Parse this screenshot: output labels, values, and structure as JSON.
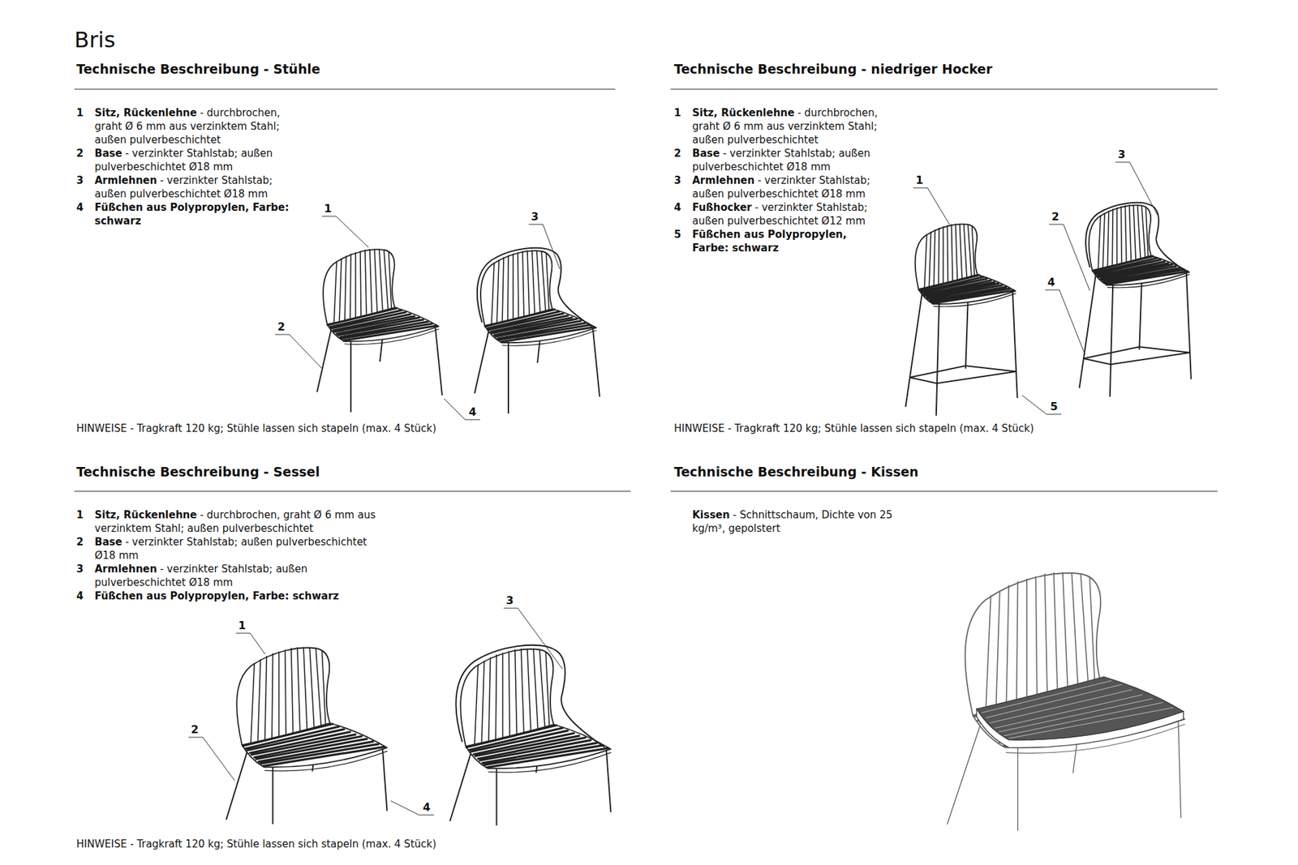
{
  "diagram": {
    "title": "Bris",
    "labels": [
      "Technische Beschreibung - Stühle",
      "1",
      "Sitz, Rückenlehne",
      "- durchbrochen, graht Ø 6 mm aus verzinktem Stahl; außen pulverbeschichtet",
      "2",
      "Base",
      "- verzinkter Stahlstab; außen pulverbeschichtet Ø18 mm",
      "3",
      "Armlehnen",
      "- verzinkter Stahlstab; außen pulverbeschichtet Ø18 mm",
      "4",
      "Füßchen aus Polypropylen, Farbe: schwarz",
      "HINWEISE - Tragkraft 120 kg; Stühle lassen sich stapeln (max. 4 Stück)",
      "1",
      "2",
      "3",
      "4",
      "Technische Beschreibung - niedriger Hocker",
      "1",
      "Sitz, Rückenlehne",
      "- durchbrochen, graht Ø 6 mm aus verzinktem Stahl; außen pulverbeschichtet",
      "2",
      "Base",
      "- verzinkter Stahlstab; außen pulverbeschichtet Ø18 mm",
      "3",
      "Armlehnen",
      "- verzinkter Stahlstab; außen pulverbeschichtet Ø18 mm",
      "4",
      "Fußhocker",
      "- verzinkter Stahlstab; außen pulverbeschichtet Ø12 mm",
      "5",
      "Füßchen aus Polypropylen, Farbe: schwarz",
      "HINWEISE - Tragkraft 120 kg; Stühle lassen sich stapeln (max. 4 Stück)",
      "1",
      "3",
      "2",
      "4",
      "5",
      "Technische Beschreibung - Sessel",
      "1",
      "Sitz, Rückenlehne",
      "- durchbrochen, graht Ø 6 mm aus verzinktem Stahl; außen pulverbeschichtet",
      "2",
      "Base",
      "- verzinkter Stahlstab; außen pulverbeschichtet Ø18 mm",
      "3",
      "Armlehnen",
      "- verzinkter Stahlstab; außen pulverbeschichtet Ø18 mm",
      "4",
      "Füßchen aus Polypropylen, Farbe: schwarz",
      "HINWEISE - Tragkraft 120 kg; Stühle lassen sich stapeln (max. 4 Stück)",
      "1",
      "2",
      "3",
      "4",
      "Technische Beschreibung - Kissen",
      "Kissen",
      "- Schnittschaum, Dichte von 25 kg/m³, gepolstert"
    ]
  }
}
